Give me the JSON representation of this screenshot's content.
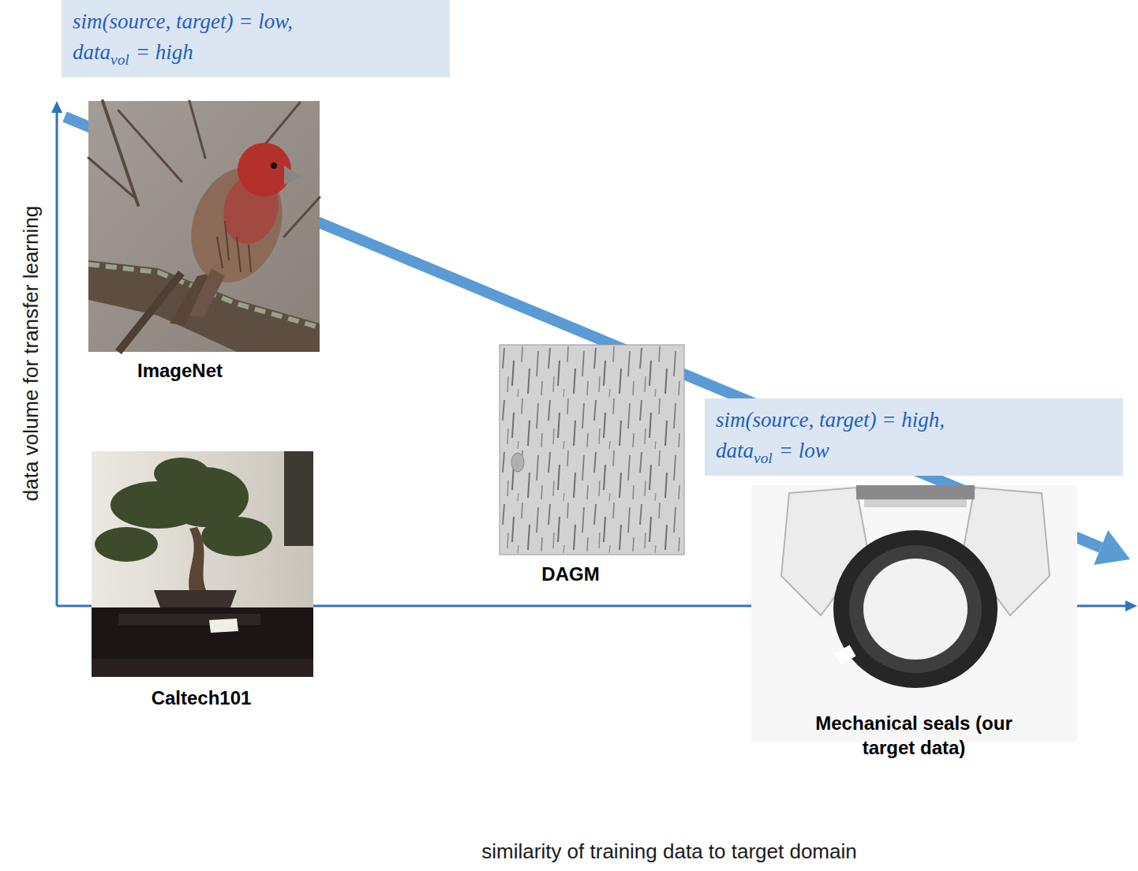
{
  "diagram": {
    "nodes": [
      {
        "text": [
          "sim(source, target) = low,",
          "data",
          "vol",
          "= high"
        ]
      },
      {
        "text": [
          "sim(source, target) = high,",
          "data",
          "vol",
          "= low"
        ]
      }
    ],
    "labels": [
      "ImageNet",
      "Caltech101",
      "DAGM",
      "Mechanical seals (our target data)",
      "data volume for transfer learning",
      "similarity of training data to target domain"
    ]
  }
}
